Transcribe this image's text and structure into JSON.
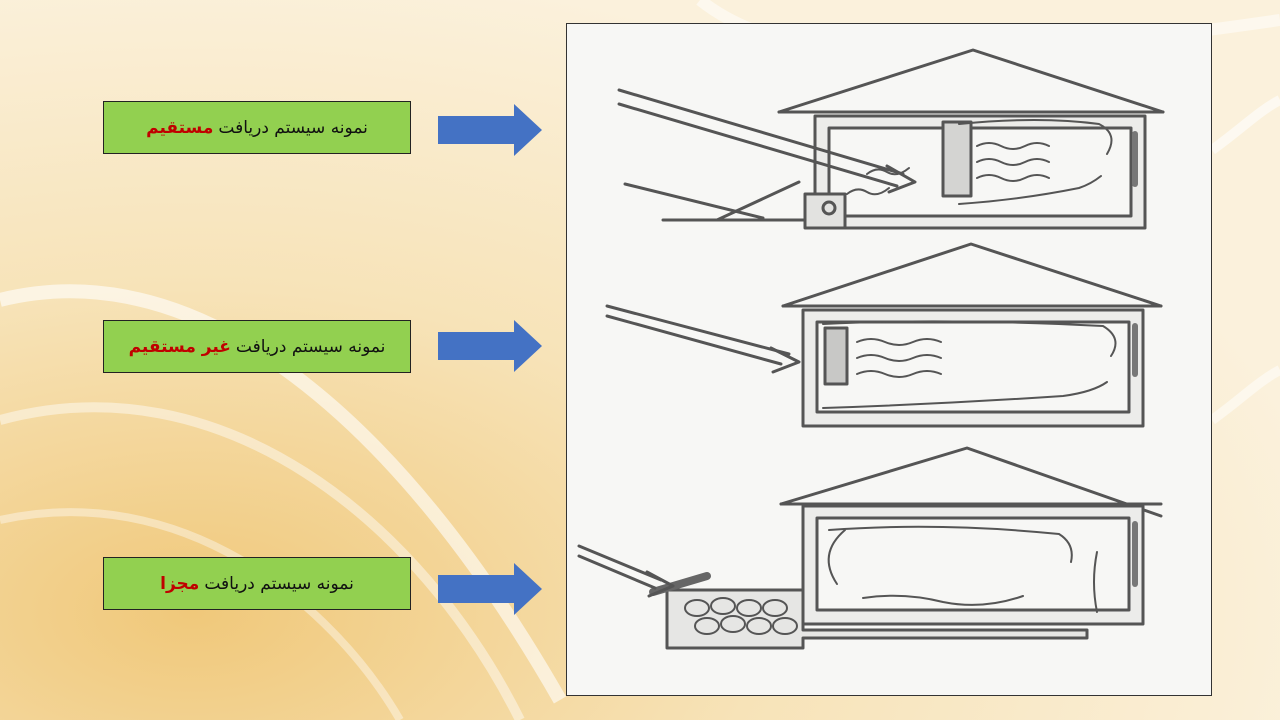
{
  "rows": [
    {
      "label_prefix": "نمونه سیستم دریافت",
      "label_highlight": "مستقیم"
    },
    {
      "label_prefix": "نمونه سیستم دریافت",
      "label_highlight": "غیر مستقیم"
    },
    {
      "label_prefix": "نمونه سیستم دریافت",
      "label_highlight": "مجزا"
    }
  ],
  "colors": {
    "box_fill": "#92d050",
    "highlight_text": "#c00000",
    "arrow_fill": "#4472c4",
    "background": "#f6e6c0"
  }
}
